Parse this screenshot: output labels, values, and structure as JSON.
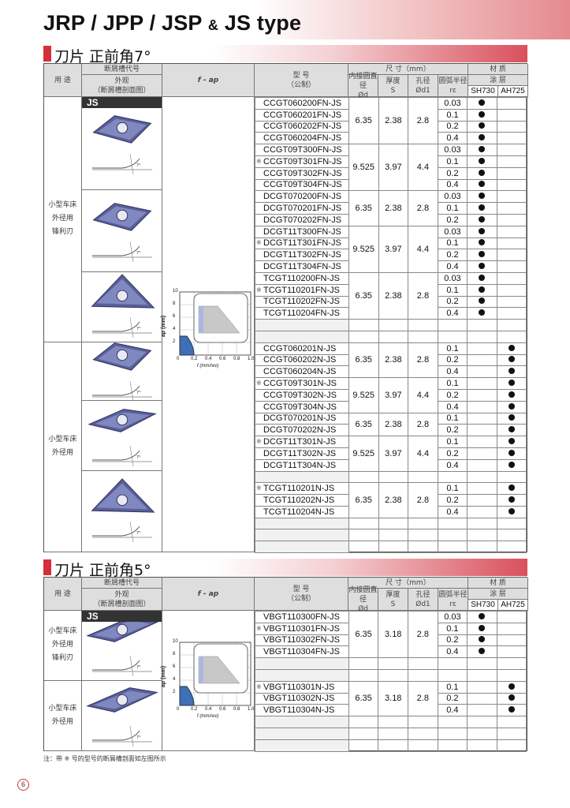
{
  "title": {
    "main": "JRP / JPP / JSP ",
    "amp": "&",
    "tail": " JS type"
  },
  "header": {
    "use": "用 途",
    "breaker_code": "断屑槽代号",
    "appearance": "外观",
    "appearance_sub": "（断屑槽剖面图）",
    "fap": "f - ap",
    "model": "型 号",
    "model_sub": "（公制）",
    "dims": "尺 寸（mm）",
    "d_label": "内接圆直径",
    "d_sym": "Ød",
    "s_label": "厚度",
    "s_sym": "S",
    "d1_label": "孔径",
    "d1_sym": "Ød1",
    "re_label": "圆弧半径",
    "re_sym": "rε",
    "material": "材 质",
    "coating": "涂 层",
    "grades": [
      "SH730",
      "AH725"
    ]
  },
  "chart": {
    "ylabel": "ap (mm)",
    "xlabel": "f (mm/rev)",
    "xticks": [
      "0",
      "0.2",
      "0.4",
      "0.6",
      "0.8",
      "1.0"
    ],
    "yticks": [
      "2",
      "4",
      "6",
      "8",
      "10"
    ]
  },
  "sections": [
    {
      "heading": "刀片  正前角7°",
      "uses": [
        "小型车床\n外径用\n锋利刃",
        "小型车床\n外径用"
      ],
      "breaker": "JS",
      "groups": [
        {
          "dims": [
            "6.35",
            "2.38",
            "2.8"
          ],
          "rows": [
            [
              "",
              "CCGT060200FN-JS",
              "0.03",
              1,
              0
            ],
            [
              "",
              "CCGT060201FN-JS",
              "0.1",
              1,
              0
            ],
            [
              "",
              "CCGT060202FN-JS",
              "0.2",
              1,
              0
            ],
            [
              "",
              "CCGT060204FN-JS",
              "0.4",
              1,
              0
            ]
          ]
        },
        {
          "dims": [
            "9.525",
            "3.97",
            "4.4"
          ],
          "rows": [
            [
              "",
              "CCGT09T300FN-JS",
              "0.03",
              1,
              0
            ],
            [
              "※",
              "CCGT09T301FN-JS",
              "0.1",
              1,
              0
            ],
            [
              "",
              "CCGT09T302FN-JS",
              "0.2",
              1,
              0
            ],
            [
              "",
              "CCGT09T304FN-JS",
              "0.4",
              1,
              0
            ]
          ]
        },
        {
          "dims": [
            "6.35",
            "2.38",
            "2.8"
          ],
          "rows": [
            [
              "",
              "DCGT070200FN-JS",
              "0.03",
              1,
              0
            ],
            [
              "",
              "DCGT070201FN-JS",
              "0.1",
              1,
              0
            ],
            [
              "",
              "DCGT070202FN-JS",
              "0.2",
              1,
              0
            ]
          ]
        },
        {
          "dims": [
            "9.525",
            "3.97",
            "4.4"
          ],
          "rows": [
            [
              "",
              "DCGT11T300FN-JS",
              "0.03",
              1,
              0
            ],
            [
              "※",
              "DCGT11T301FN-JS",
              "0.1",
              1,
              0
            ],
            [
              "",
              "DCGT11T302FN-JS",
              "0.2",
              1,
              0
            ],
            [
              "",
              "DCGT11T304FN-JS",
              "0.4",
              1,
              0
            ]
          ]
        },
        {
          "dims": [
            "6.35",
            "2.38",
            "2.8"
          ],
          "rows": [
            [
              "",
              "TCGT110200FN-JS",
              "0.03",
              1,
              0
            ],
            [
              "※",
              "TCGT110201FN-JS",
              "0.1",
              1,
              0
            ],
            [
              "",
              "TCGT110202FN-JS",
              "0.2",
              1,
              0
            ],
            [
              "",
              "TCGT110204FN-JS",
              "0.4",
              1,
              0
            ]
          ]
        },
        {
          "blank": 2
        },
        {
          "dims": [
            "6.35",
            "2.38",
            "2.8"
          ],
          "rows": [
            [
              "",
              "CCGT060201N-JS",
              "0.1",
              0,
              1
            ],
            [
              "",
              "CCGT060202N-JS",
              "0.2",
              0,
              1
            ],
            [
              "",
              "CCGT060204N-JS",
              "0.4",
              0,
              1
            ]
          ]
        },
        {
          "dims": [
            "9.525",
            "3.97",
            "4.4"
          ],
          "rows": [
            [
              "※",
              "CCGT09T301N-JS",
              "0.1",
              0,
              1
            ],
            [
              "",
              "CCGT09T302N-JS",
              "0.2",
              0,
              1
            ],
            [
              "",
              "CCGT09T304N-JS",
              "0.4",
              0,
              1
            ]
          ]
        },
        {
          "dims": [
            "6.35",
            "2.38",
            "2.8"
          ],
          "rows": [
            [
              "",
              "DCGT070201N-JS",
              "0.1",
              0,
              1
            ],
            [
              "",
              "DCGT070202N-JS",
              "0.2",
              0,
              1
            ]
          ]
        },
        {
          "dims": [
            "9.525",
            "3.97",
            "4.4"
          ],
          "rows": [
            [
              "※",
              "DCGT11T301N-JS",
              "0.1",
              0,
              1
            ],
            [
              "",
              "DCGT11T302N-JS",
              "0.2",
              0,
              1
            ],
            [
              "",
              "DCGT11T304N-JS",
              "0.4",
              0,
              1
            ]
          ]
        },
        {
          "blank": 1
        },
        {
          "dims": [
            "6.35",
            "2.38",
            "2.8"
          ],
          "rows": [
            [
              "※",
              "TCGT110201N-JS",
              "0.1",
              0,
              1
            ],
            [
              "",
              "TCGT110202N-JS",
              "0.2",
              0,
              1
            ],
            [
              "",
              "TCGT110204N-JS",
              "0.4",
              0,
              1
            ]
          ]
        },
        {
          "blank": 3
        }
      ]
    },
    {
      "heading": "刀片  正前角5°",
      "uses": [
        "小型车床\n外径用\n锋利刃",
        "小型车床\n外径用"
      ],
      "breaker": "JS",
      "groups": [
        {
          "dims": [
            "6.35",
            "3.18",
            "2.8"
          ],
          "rows": [
            [
              "",
              "VBGT110300FN-JS",
              "0.03",
              1,
              0
            ],
            [
              "※",
              "VBGT110301FN-JS",
              "0.1",
              1,
              0
            ],
            [
              "",
              "VBGT110302FN-JS",
              "0.2",
              1,
              0
            ],
            [
              "",
              "VBGT110304FN-JS",
              "0.4",
              1,
              0
            ]
          ]
        },
        {
          "blank": 2
        },
        {
          "dims": [
            "6.35",
            "3.18",
            "2.8"
          ],
          "rows": [
            [
              "※",
              "VBGT110301N-JS",
              "0.1",
              0,
              1
            ],
            [
              "",
              "VBGT110302N-JS",
              "0.2",
              0,
              1
            ],
            [
              "",
              "VBGT110304N-JS",
              "0.4",
              0,
              1
            ]
          ]
        },
        {
          "blank": 3
        }
      ]
    }
  ],
  "footnote": "注：带 ※ 号的型号的断屑槽剖面如左图所示",
  "page_number": "6"
}
